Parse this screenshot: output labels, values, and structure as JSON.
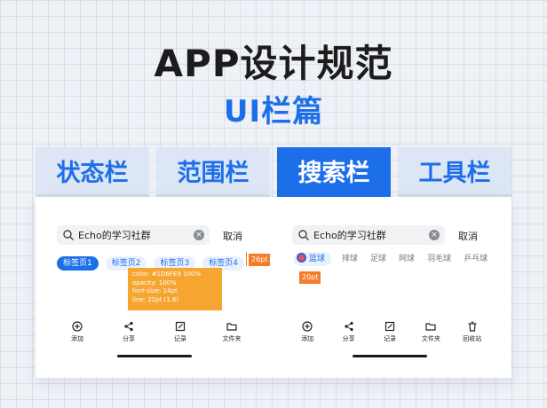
{
  "header": {
    "title": "APP设计规范",
    "subtitle": "UI栏篇"
  },
  "tabs": [
    {
      "label": "状态栏",
      "active": false
    },
    {
      "label": "范围栏",
      "active": false
    },
    {
      "label": "搜索栏",
      "active": true
    },
    {
      "label": "工具栏",
      "active": false
    }
  ],
  "left_phone": {
    "search_text": "Echo的学习社群",
    "cancel_label": "取消",
    "chips": [
      "标签页1",
      "标签页2",
      "标签页3",
      "标签页4"
    ],
    "active_chip": 0,
    "height_annotation": "26pt",
    "spec_lines": [
      "color: #1D6FE9 100%",
      "opacity: 100%",
      "font-size: 14pt",
      "line: 22pt (1.6)"
    ]
  },
  "right_phone": {
    "search_text": "Echo的学习社群",
    "cancel_label": "取消",
    "sports": [
      "篮球",
      "排球",
      "足球",
      "网球",
      "羽毛球",
      "乒乓球"
    ],
    "active_sport": 0,
    "size_annotation": "20pt"
  },
  "toolbar_left": [
    {
      "label": "添加",
      "icon": "add-icon"
    },
    {
      "label": "分享",
      "icon": "share-icon"
    },
    {
      "label": "记录",
      "icon": "edit-icon"
    },
    {
      "label": "文件夹",
      "icon": "folder-icon"
    }
  ],
  "toolbar_right": [
    {
      "label": "添加",
      "icon": "add-icon"
    },
    {
      "label": "分享",
      "icon": "share-icon"
    },
    {
      "label": "记录",
      "icon": "edit-icon"
    },
    {
      "label": "文件夹",
      "icon": "folder-icon"
    },
    {
      "label": "回收站",
      "icon": "trash-icon"
    }
  ],
  "colors": {
    "accent": "#1D6FE9",
    "annotation": "#F57C2A",
    "spec_box": "#F6A531"
  }
}
